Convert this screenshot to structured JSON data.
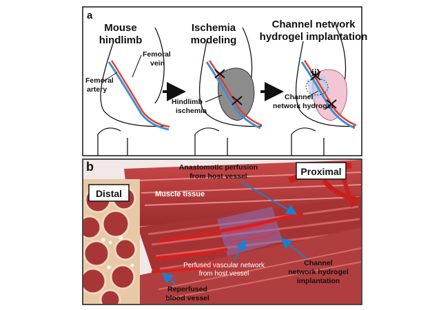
{
  "panel_a": {
    "label": "a",
    "step1": {
      "title_l1": "Mouse",
      "title_l2": "hindlimb",
      "femoral_vein_l1": "Femoral",
      "femoral_vein_l2": "vein",
      "femoral_artery_l1": "Femoral",
      "femoral_artery_l2": "artery"
    },
    "step2": {
      "title_l1": "Ischemia",
      "title_l2": "modeling",
      "ischemia_l1": "Hindlimb",
      "ischemia_l2": "ischemia"
    },
    "step3": {
      "title_l1": "Channel network",
      "title_l2": "hydrogel implantation",
      "marker": "ii)",
      "hydrogel_l1": "Channel",
      "hydrogel_l2": "network hydrogel"
    }
  },
  "panel_b": {
    "label": "b",
    "proximal": "Proximal",
    "distal": "Distal",
    "muscle_tissue": "Muscle tissue",
    "anastomotic_l1": "Anastomotic perfusion",
    "anastomotic_l2": "from host vessel",
    "perfused_l1": "Perfused vascular network",
    "perfused_l2": "from host vessel",
    "implant_l1": "Channel",
    "implant_l2": "network hydrogel",
    "implant_l3": "implantation",
    "reperfused_l1": "Reperfused",
    "reperfused_l2": "blood vessel"
  },
  "colors": {
    "artery": "#e0402a",
    "vein": "#3a8fd8",
    "muscle": "#b83a3a",
    "ischemia": "#8c8c8c",
    "hydrogel": "#f3c6d6",
    "arrow_blue": "#1a7fd0"
  }
}
